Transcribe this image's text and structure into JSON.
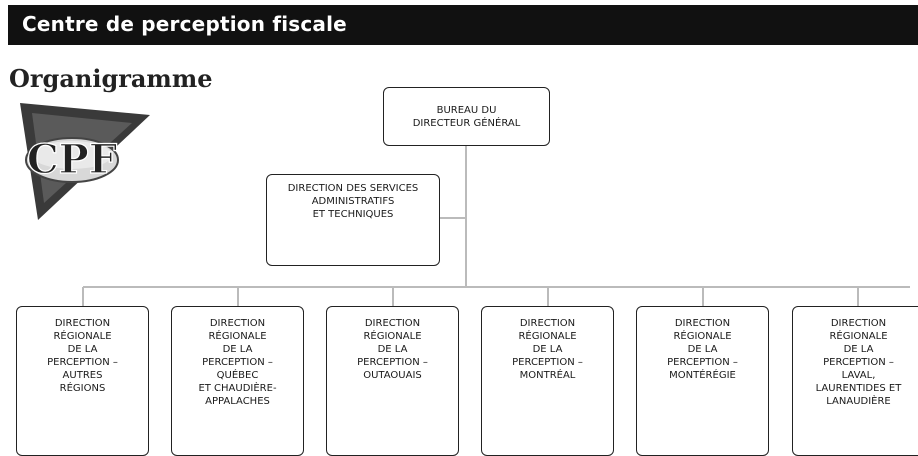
{
  "header": {
    "title": "Centre de perception fiscale"
  },
  "page_title": "Organigramme",
  "logo": {
    "text": "CPF"
  },
  "colors": {
    "header_bg": "#111111",
    "header_text": "#ffffff",
    "connector": "#bbbbbb",
    "box_border": "#222222"
  },
  "org_chart": {
    "top": {
      "label": "BUREAU DU\nDIRECTEUR GÉNÉRAL"
    },
    "staff": {
      "label": "DIRECTION DES SERVICES\nADMINISTRATIFS\nET TECHNIQUES"
    },
    "regions": [
      {
        "label": "DIRECTION\nRÉGIONALE\nDE LA\nPERCEPTION –\nAUTRES\nRÉGIONS"
      },
      {
        "label": "DIRECTION\nRÉGIONALE\nDE LA\nPERCEPTION –\nQUÉBEC\nET CHAUDIÈRE-\nAPPALACHES"
      },
      {
        "label": "DIRECTION\nRÉGIONALE\nDE LA\nPERCEPTION –\nOUTAOUAIS"
      },
      {
        "label": "DIRECTION\nRÉGIONALE\nDE LA\nPERCEPTION –\nMONTRÉAL"
      },
      {
        "label": "DIRECTION\nRÉGIONALE\nDE LA\nPERCEPTION –\nMONTÉRÉGIE"
      },
      {
        "label": "DIRECTION\nRÉGIONALE\nDE LA\nPERCEPTION –\nLAVAL,\nLAURENTIDES ET\nLANAUDIÈRE"
      }
    ]
  }
}
